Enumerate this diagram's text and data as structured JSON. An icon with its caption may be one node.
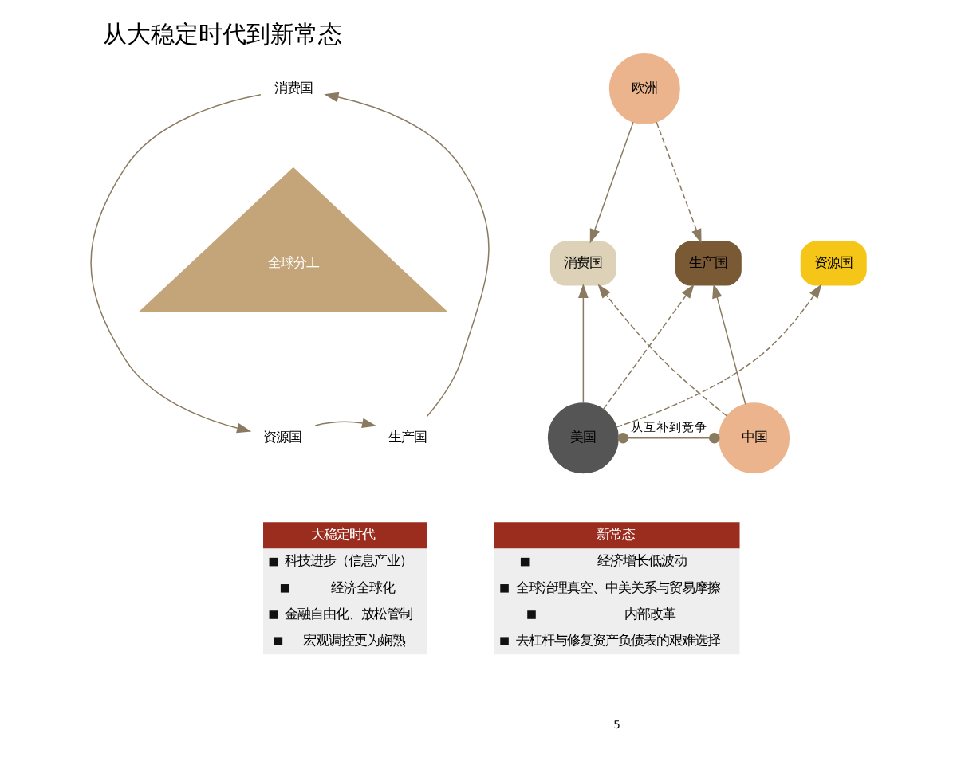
{
  "diagram": {
    "title": "从大稳定时代到新常态",
    "nodes": [
      {
        "text": [
          "消费国"
        ]
      },
      {
        "text": [
          "资源国"
        ]
      },
      {
        "text": [
          "生产国"
        ]
      },
      {
        "text": [
          "全球分工"
        ]
      },
      {
        "text": [
          "大稳定时代",
          "科技进步（信息产业）",
          "经济全球化",
          "金融自由化、放松管制",
          "宏观调控更为娴熟"
        ]
      },
      {
        "text": [
          "欧洲"
        ]
      },
      {
        "text": [
          "消费国"
        ]
      },
      {
        "text": [
          "生产国"
        ]
      },
      {
        "text": [
          "资源国"
        ]
      },
      {
        "text": [
          "美国"
        ]
      },
      {
        "text": [
          "中国"
        ]
      },
      {
        "text": [
          "新常态",
          "经济增长低波动",
          "全球治理真空、中美关系与贸易摩擦",
          "内部改革",
          "去杠杆与修复资产负债表的艰难选择"
        ]
      }
    ],
    "edges": [
      {
        "from": 0,
        "to": 1,
        "arrow": "to"
      },
      {
        "from": 1,
        "to": 2,
        "arrow": "to"
      },
      {
        "from": 2,
        "to": 0,
        "arrow": "to"
      },
      {
        "from": 5,
        "to": 6,
        "arrow": "to"
      },
      {
        "from": 5,
        "to": 7,
        "arrow": "to",
        "style": "dashed"
      },
      {
        "from": 9,
        "to": 6,
        "arrow": "to"
      },
      {
        "from": 9,
        "to": 7,
        "arrow": "to",
        "style": "dashed"
      },
      {
        "from": 9,
        "to": 8,
        "arrow": "to",
        "style": "dashed"
      },
      {
        "from": 10,
        "to": 7,
        "arrow": "to"
      },
      {
        "from": 10,
        "to": 6,
        "arrow": "to",
        "style": "dashed"
      },
      {
        "from": 9,
        "to": 10,
        "arrow": "other",
        "label": "从互补到竞争"
      }
    ],
    "labels": [
      "5"
    ]
  }
}
